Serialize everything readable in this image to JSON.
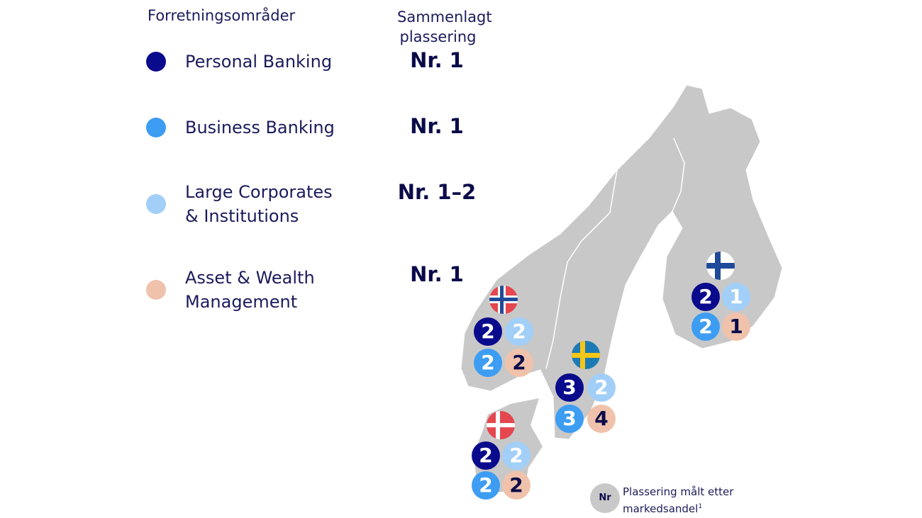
{
  "header": {
    "areas": "Forretningsområder",
    "rank_line1": "Sammenlagt",
    "rank_line2": "plassering"
  },
  "areas": [
    {
      "line1": "Personal Banking",
      "line2": "",
      "rank": "Nr. 1",
      "color": "#0a0a8c"
    },
    {
      "line1": "Business Banking",
      "line2": "",
      "rank": "Nr. 1",
      "color": "#3d9df2"
    },
    {
      "line1": "Large Corporates",
      "line2": "& Institutions",
      "rank": "Nr. 1–2",
      "color": "#a2cff8"
    },
    {
      "line1": "Asset & Wealth",
      "line2": "Management",
      "rank": "Nr. 1",
      "color": "#f0c2ac"
    }
  ],
  "countries": {
    "norway": {
      "pb": "2",
      "lci": "2",
      "bb": "2",
      "awm": "2"
    },
    "sweden": {
      "pb": "3",
      "lci": "2",
      "bb": "3",
      "awm": "4"
    },
    "denmark": {
      "pb": "2",
      "lci": "2",
      "bb": "2",
      "awm": "2"
    },
    "finland": {
      "pb": "2",
      "lci": "1",
      "bb": "2",
      "awm": "1"
    }
  },
  "legend": {
    "badge": "Nr",
    "line1": "Plassering målt etter",
    "line2": "markedsandel",
    "footnote": "1"
  }
}
